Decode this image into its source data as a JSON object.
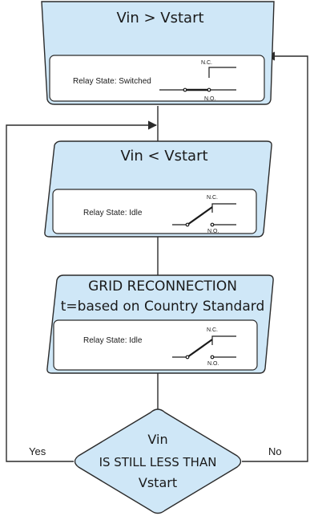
{
  "flow": {
    "step1": {
      "title": "Vin > Vstart",
      "relay_state": "Relay State: Switched"
    },
    "step2": {
      "title": "Vin < Vstart",
      "relay_state": "Relay State: Idle"
    },
    "step3": {
      "title_line1": "GRID RECONNECTION",
      "title_line2": "t=based on Country Standard",
      "relay_state": "Relay State: Idle"
    },
    "decision": {
      "line1": "Vin",
      "line2": "IS STILL LESS THAN",
      "line3": "Vstart"
    },
    "branches": {
      "yes": "Yes",
      "no": "No"
    },
    "switch_labels": {
      "nc": "N.C.",
      "no": "N.O."
    }
  },
  "colors": {
    "fill": "#cfe7f7",
    "stroke": "#2b2b2b",
    "inner_fill": "#ffffff"
  }
}
